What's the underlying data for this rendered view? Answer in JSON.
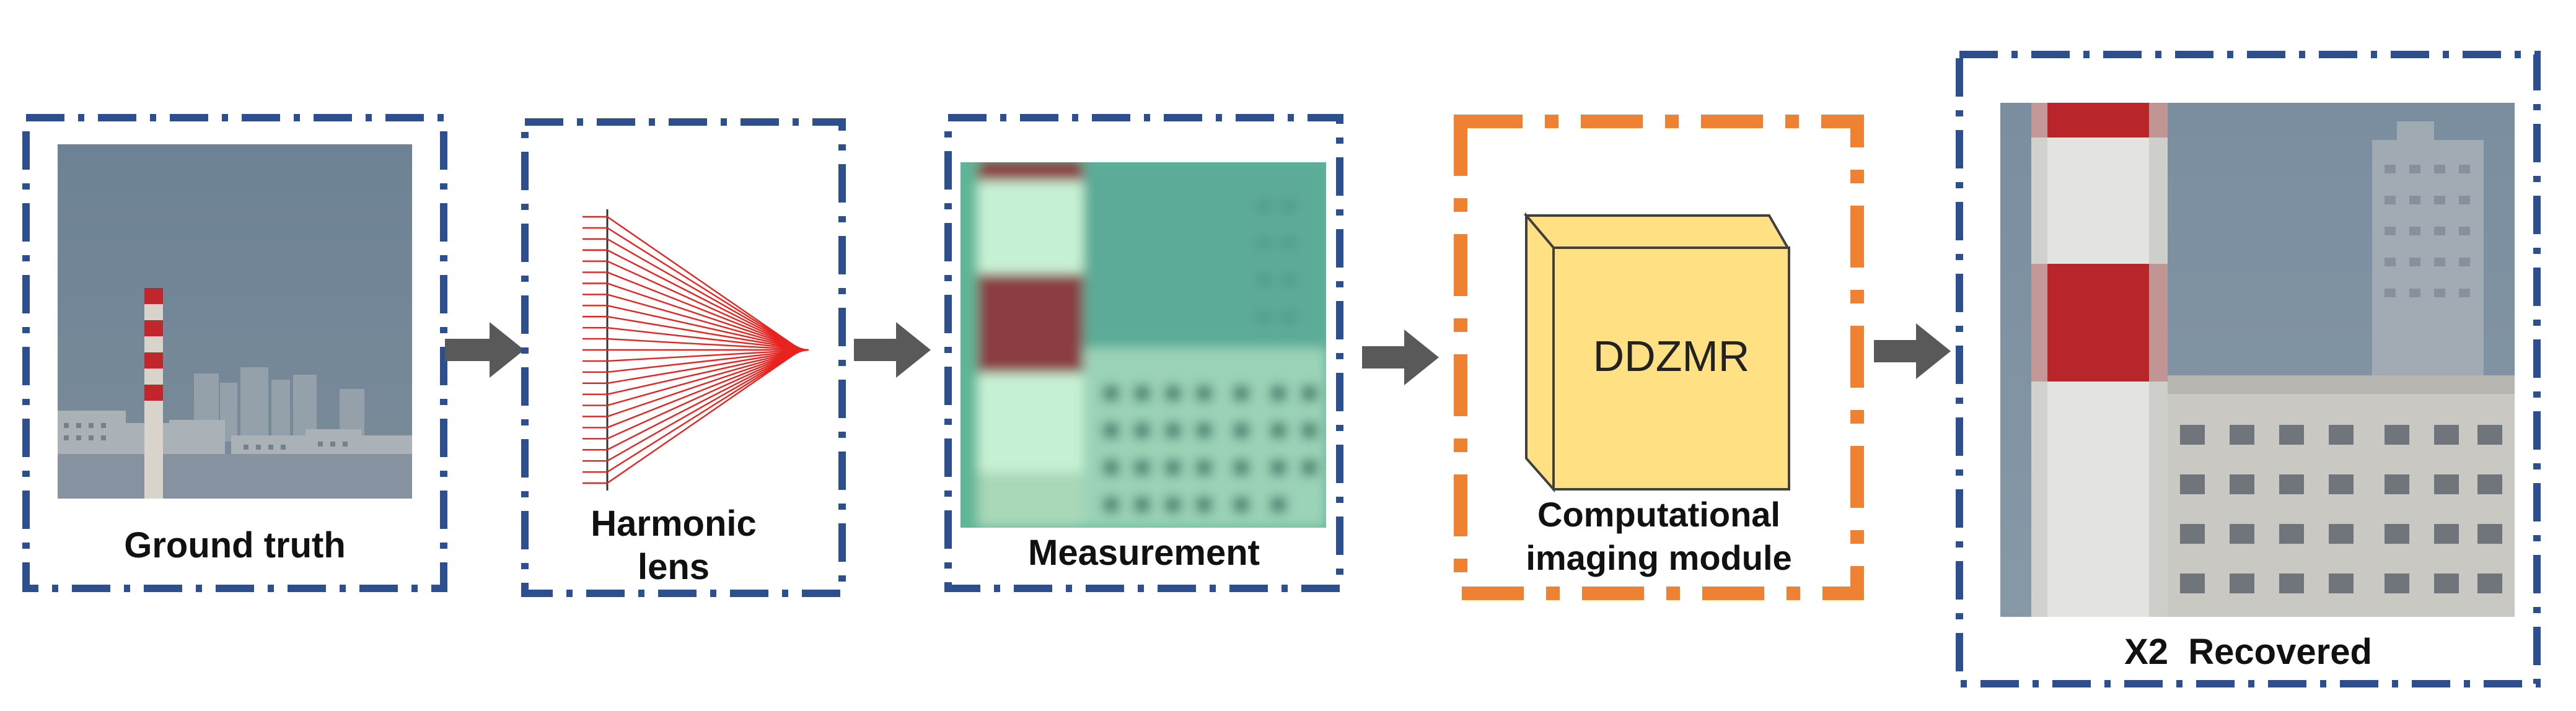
{
  "stages": {
    "ground_truth": {
      "label": "Ground truth"
    },
    "harmonic_lens": {
      "label_line1": "Harmonic",
      "label_line2": "lens"
    },
    "measurement": {
      "label": "Measurement"
    },
    "computational": {
      "label_line1": "Computational",
      "label_line2": "imaging module",
      "cube_text": "DDZMR"
    },
    "recovered": {
      "label": "X2  Recovered"
    }
  },
  "colors": {
    "frame_blue": "#2e4f8e",
    "frame_orange": "#ef8133",
    "arrow_gray": "#595959",
    "lens_red": "#e8231f",
    "cube_fill": "#ffe082",
    "cube_edge": "#404040"
  }
}
